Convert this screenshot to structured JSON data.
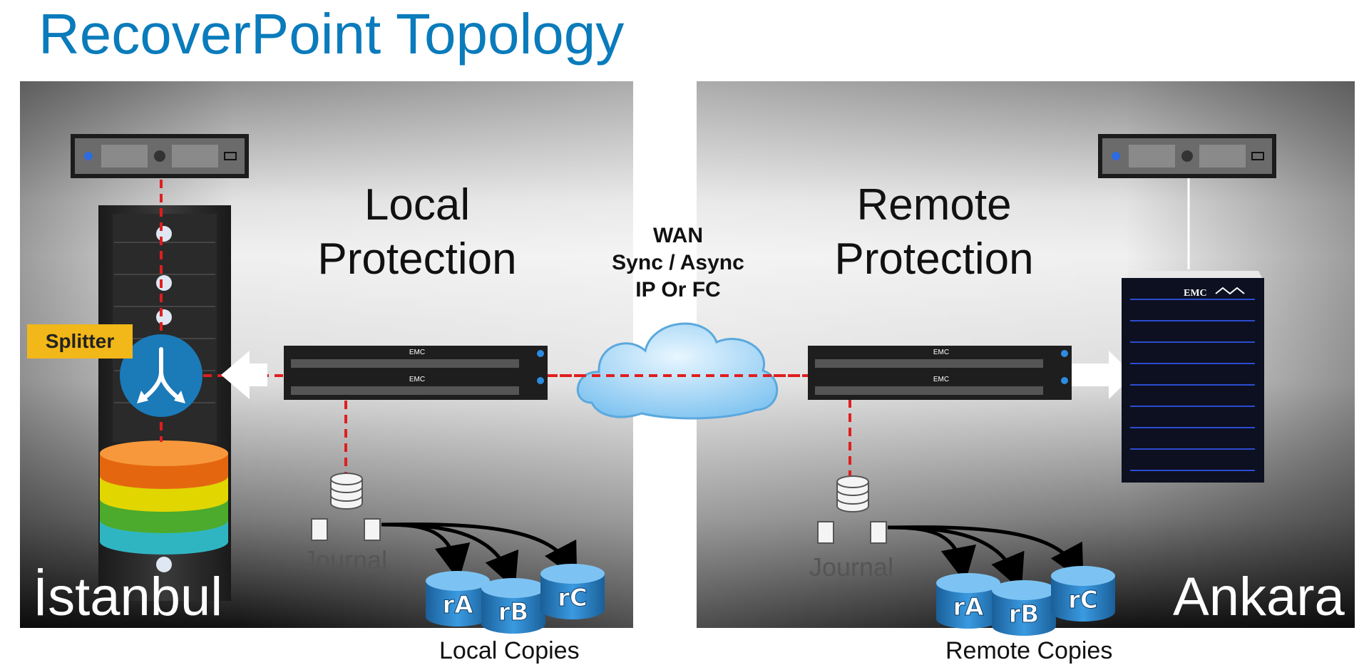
{
  "title": "RecoverPoint Topology",
  "local": {
    "heading_line1": "Local",
    "heading_line2": "Protection",
    "city": "İstanbul",
    "journal": "Journal",
    "copies": "Local Copies"
  },
  "remote": {
    "heading_line1": "Remote",
    "heading_line2": "Protection",
    "city": "Ankara",
    "journal": "Journal",
    "copies": "Remote Copies"
  },
  "wan": {
    "line1": "WAN",
    "line2": "Sync / Async",
    "line3": "IP Or FC"
  },
  "splitter": "Splitter",
  "appliance_brand": "EMC",
  "copy_labels": [
    "rA",
    "rB",
    "rC"
  ],
  "colors": {
    "title": "#0a7bbb",
    "link": "#e01e1e",
    "splitter_tag": "#f2b718",
    "splitter_icon": "#1b7ab8",
    "copy_disk": "#2a86c8"
  },
  "icons": [
    "server-icon",
    "storage-rack-icon",
    "splitter-icon",
    "recoverpoint-appliance-icon",
    "cloud-icon",
    "journal-database-icon",
    "copy-volume-icon",
    "emc-array-icon"
  ]
}
